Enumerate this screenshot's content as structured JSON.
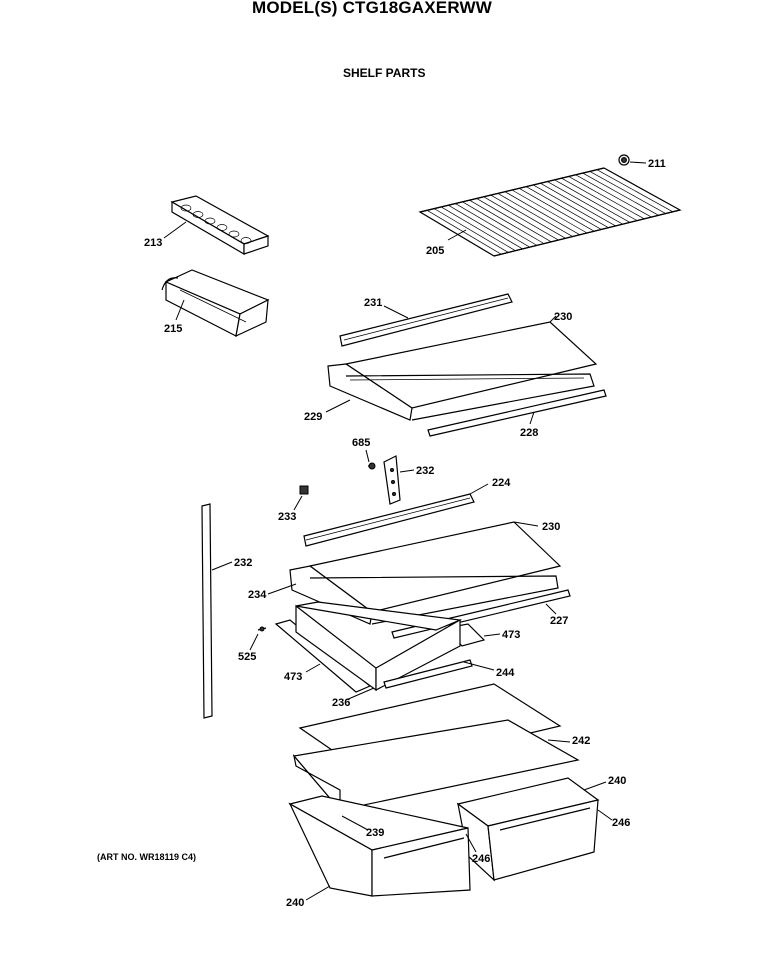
{
  "header": {
    "title": "MODEL(S) CTG18GAXERWW",
    "section": "SHELF PARTS",
    "corner_left": "",
    "corner_right": ""
  },
  "art_number": "(ART NO. WR18119 C4)",
  "callouts": {
    "c211": "211",
    "c205": "205",
    "c213": "213",
    "c215": "215",
    "c231": "231",
    "c230a": "230",
    "c229": "229",
    "c228": "228",
    "c685": "685",
    "c232a": "232",
    "c224": "224",
    "c233": "233",
    "c230b": "230",
    "c232b": "232",
    "c234": "234",
    "c227": "227",
    "c473a": "473",
    "c525": "525",
    "c473b": "473",
    "c244": "244",
    "c236": "236",
    "c242": "242",
    "c240a": "240",
    "c246a": "246",
    "c239": "239",
    "c246b": "246",
    "c240b": "240"
  }
}
